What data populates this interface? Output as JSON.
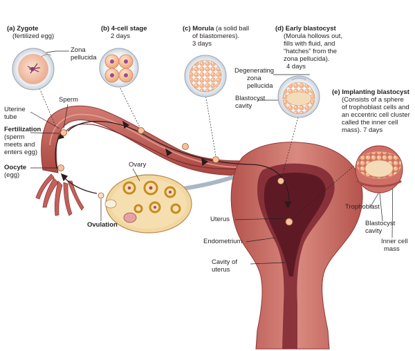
{
  "stages": {
    "zygote": {
      "title": "(a) Zygote",
      "detail": "(fertilized egg)"
    },
    "four_cell": {
      "title": "(b) 4-cell stage",
      "detail": "2 days"
    },
    "morula": {
      "title": "(c) Morula",
      "detail1": " (a solid ball",
      "detail2": "of blastomeres).",
      "detail3": "3 days"
    },
    "early_blastocyst": {
      "title": "(d) Early blastocyst",
      "detail1": "(Morula hollows out,",
      "detail2": "fills with fluid, and",
      "detail3": "“hatches” from the",
      "detail4": "zona pellucida).",
      "detail5": "4 days"
    },
    "implanting_blastocyst": {
      "title": "(e) Implanting blastocyst",
      "detail1": "(Consists of a sphere",
      "detail2": "of trophoblast cells and",
      "detail3": "an eccentric cell cluster",
      "detail4": "called the inner cell",
      "detail5": "mass). 7 days"
    }
  },
  "labels": {
    "zona_pellucida1": "Zona",
    "zona_pellucida2": "pellucida",
    "sperm": "Sperm",
    "uterine_tube1": "Uterine",
    "uterine_tube2": "tube",
    "fertilization_title": "Fertilization",
    "fertilization1": "(sperm",
    "fertilization2": "meets and",
    "fertilization3": "enters egg)",
    "oocyte_title": "Oocyte",
    "oocyte_detail": "(egg)",
    "ovary": "Ovary",
    "ovulation": "Ovulation",
    "degenerating1": "Degenerating",
    "degenerating2": "zona",
    "degenerating3": "pellucida",
    "blastocyst_cavity1": "Blastocyst",
    "blastocyst_cavity2": "cavity",
    "uterus": "Uterus",
    "endometrium": "Endometrium",
    "cavity_uterus1": "Cavity of",
    "cavity_uterus2": "uterus",
    "trophoblast": "Trophoblast",
    "blastocyst_cavity_e1": "Blastocyst",
    "blastocyst_cavity_e2": "cavity",
    "inner_cell1": "Inner cell",
    "inner_cell2": "mass"
  },
  "colors": {
    "tissue": "#c96860",
    "tissue_dark": "#9e3b3b",
    "tissue_light": "#e4a39a",
    "embryo": "#f3b48a",
    "embryo_light": "#fde0c4",
    "ovary": "#f2d7a0"
  }
}
